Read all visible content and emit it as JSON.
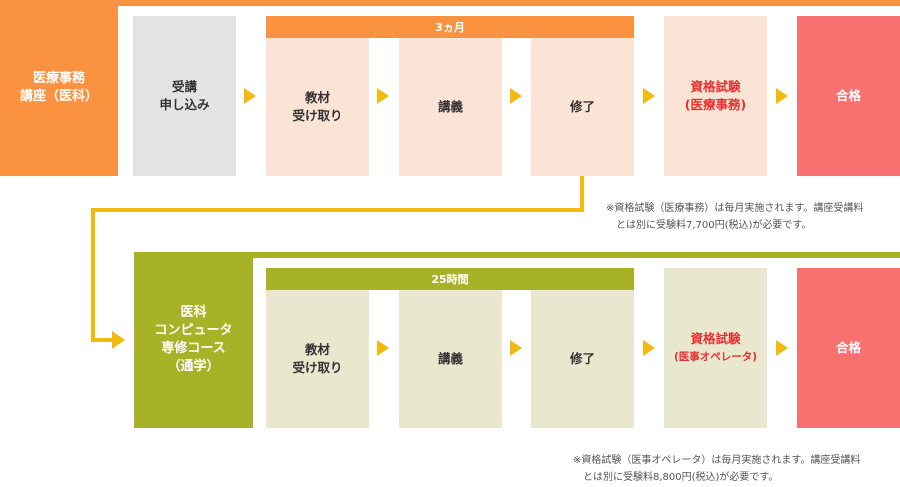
{
  "course1": {
    "title": "医療事務\n講座（医科）",
    "period_label": "3ヵ月",
    "steps": [
      "受講\n申し込み",
      "教材\n受け取り",
      "講義",
      "修了"
    ],
    "exam": "資格試験\n(医療事務)",
    "pass": "合格",
    "note": "※資格試験（医療事務）は毎月実施されます。講座受講料\n　とは別に受験料7,700円(税込)が必要です。"
  },
  "course2": {
    "title": "医科\nコンピュータ\n専修コース\n（通学）",
    "period_label": "25時間",
    "steps": [
      "教材\n受け取り",
      "講義",
      "修了"
    ],
    "exam_line1": "資格試験",
    "exam_line2": "(医事オペレータ)",
    "pass": "合格",
    "note": "※資格試験（医事オペレータ）は毎月実施されます。講座受講料\n　とは別に受験料8,800円(税込)が必要です。"
  },
  "colors": {
    "orange": "#fb923f",
    "green": "#a8b226",
    "arrow": "#f2b90f",
    "pass": "#f87070",
    "exam_text": "#e43131"
  }
}
